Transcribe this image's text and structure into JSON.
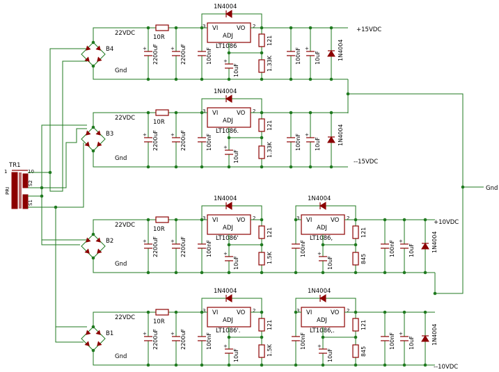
{
  "transformer": {
    "ref": "TR1",
    "primary_label": "PRI",
    "sec1_label": "S1",
    "sec2_label": "S2",
    "pin1": "1",
    "pin10": "10"
  },
  "output_labels": {
    "plus15": "+15VDC",
    "minus15": "--15VDC",
    "plus10": "+10VDC",
    "minus10": "--10VDC",
    "gnd": "Gnd"
  },
  "stages": [
    {
      "bridge": "B4",
      "ac_label": "22VDC",
      "gnd_label": "Gnd",
      "resistor": "10R",
      "cap_main": "2200uF",
      "cap_second": "2200uF",
      "regs": [
        {
          "diode": "1N4004",
          "part": "LT1086",
          "vi": "VI",
          "vo": "VO",
          "adj": "ADJ",
          "pin3": "3",
          "pin2": "2",
          "cap_in": "100nF",
          "cap_adj": "10uF",
          "r_top": "121",
          "r_bot": "1.33K"
        }
      ],
      "out_caps": [
        "100nF",
        "10uF"
      ],
      "out_diode": "1N4004"
    },
    {
      "bridge": "B3",
      "ac_label": "22VDC",
      "gnd_label": "Gnd",
      "resistor": "10R",
      "cap_main": "2200uF",
      "cap_second": "2200uF",
      "regs": [
        {
          "diode": "1N4004",
          "part": "LT1086.",
          "vi": "VI",
          "vo": "VO",
          "adj": "ADJ",
          "pin3": "3",
          "pin2": "2",
          "cap_in": "100nF",
          "cap_adj": "10uF",
          "r_top": "121",
          "r_bot": "1.33K"
        }
      ],
      "out_caps": [
        "100nF",
        "10uF"
      ],
      "out_diode": "1N4004"
    },
    {
      "bridge": "B2",
      "ac_label": "22VDC",
      "gnd_label": "Gnd",
      "resistor": "10R",
      "cap_main": "2200uF",
      "cap_second": "2200uF",
      "regs": [
        {
          "diode": "1N4004",
          "part": "LT1086'",
          "vi": "VI",
          "vo": "VO",
          "adj": "ADJ",
          "pin3": "3",
          "pin2": "2",
          "cap_in": "100nF",
          "cap_adj": "10uF",
          "r_top": "121",
          "r_bot": "1.5K"
        },
        {
          "diode": "1N4004",
          "part": "LT1086,",
          "vi": "VI",
          "vo": "VO",
          "adj": "ADJ",
          "pin3": "3",
          "pin2": "2",
          "cap_in": "100nF",
          "cap_adj": "10uF",
          "r_top": "121",
          "r_bot": "845"
        }
      ],
      "out_caps": [
        "100nF",
        "10uF"
      ],
      "out_diode": "1N4004"
    },
    {
      "bridge": "B1",
      "ac_label": "22VDC",
      "gnd_label": "Gnd",
      "resistor": "10R",
      "cap_main": "2200uF",
      "cap_second": "2200uF",
      "regs": [
        {
          "diode": "1N4004",
          "part": "LT1086'.",
          "vi": "VI",
          "vo": "VO",
          "adj": "ADJ",
          "pin3": "3",
          "pin2": "2",
          "cap_in": "100nF",
          "cap_adj": "10uF",
          "r_top": "121",
          "r_bot": "1.5K"
        },
        {
          "diode": "1N4004",
          "part": "LT1086,.",
          "vi": "VI",
          "vo": "VO",
          "adj": "ADJ",
          "pin3": "3",
          "pin2": "2",
          "cap_in": "100nF",
          "cap_adj": "10uF",
          "r_top": "121",
          "r_bot": "845"
        }
      ],
      "out_caps": [
        "100nF",
        "10uF"
      ],
      "out_diode": "1N4004"
    }
  ],
  "colors": {
    "wire": "#1f7a1f",
    "component": "#8b0000",
    "text": "#000000",
    "background": "#ffffff"
  }
}
